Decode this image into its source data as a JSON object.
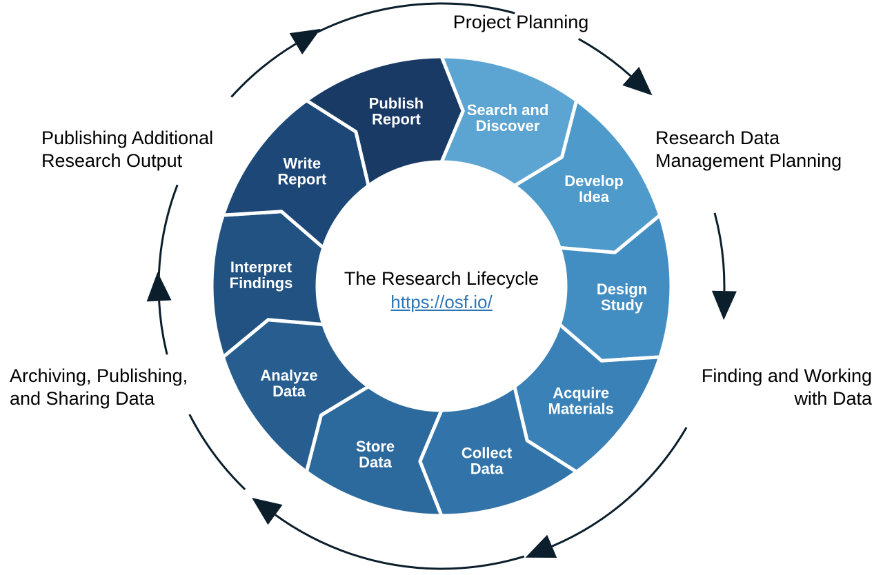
{
  "center": {
    "title": "The Research Lifecycle",
    "link_text": "https://osf.io/"
  },
  "segments": [
    {
      "id": "search-and-discover",
      "lines": [
        "Search and",
        "Discover"
      ],
      "color": "#5CA5D2"
    },
    {
      "id": "develop-idea",
      "lines": [
        "Develop",
        "Idea"
      ],
      "color": "#4E9ACA"
    },
    {
      "id": "design-study",
      "lines": [
        "Design",
        "Study"
      ],
      "color": "#428EC2"
    },
    {
      "id": "acquire-materials",
      "lines": [
        "Acquire",
        "Materials"
      ],
      "color": "#3981B6"
    },
    {
      "id": "collect-data",
      "lines": [
        "Collect",
        "Data"
      ],
      "color": "#3274A9"
    },
    {
      "id": "store-data",
      "lines": [
        "Store",
        "Data"
      ],
      "color": "#2C699C"
    },
    {
      "id": "analyze-data",
      "lines": [
        "Analyze",
        "Data"
      ],
      "color": "#275D8F"
    },
    {
      "id": "interpret-findings",
      "lines": [
        "Interpret",
        "Findings"
      ],
      "color": "#215281"
    },
    {
      "id": "write-report",
      "lines": [
        "Write",
        "Report"
      ],
      "color": "#1C4777"
    },
    {
      "id": "publish-report",
      "lines": [
        "Publish",
        "Report"
      ],
      "color": "#1A3A66"
    }
  ],
  "outer_labels": {
    "project_planning": {
      "line1": "Project Planning"
    },
    "research_data_management": {
      "line1": "Research Data",
      "line2": "Management Planning"
    },
    "finding_working_data": {
      "line1": "Finding and Working",
      "line2": "with Data"
    },
    "archiving_sharing": {
      "line1": "Archiving, Publishing,",
      "line2": "and Sharing Data"
    },
    "publishing_additional": {
      "line1": "Publishing Additional",
      "line2": "Research Output"
    }
  },
  "colors": {
    "arc": "#0B1E2B",
    "link": "#2E75B6",
    "label_text": "#000000",
    "segment_text": "#FFFFFF",
    "divider": "#FFFFFF"
  }
}
